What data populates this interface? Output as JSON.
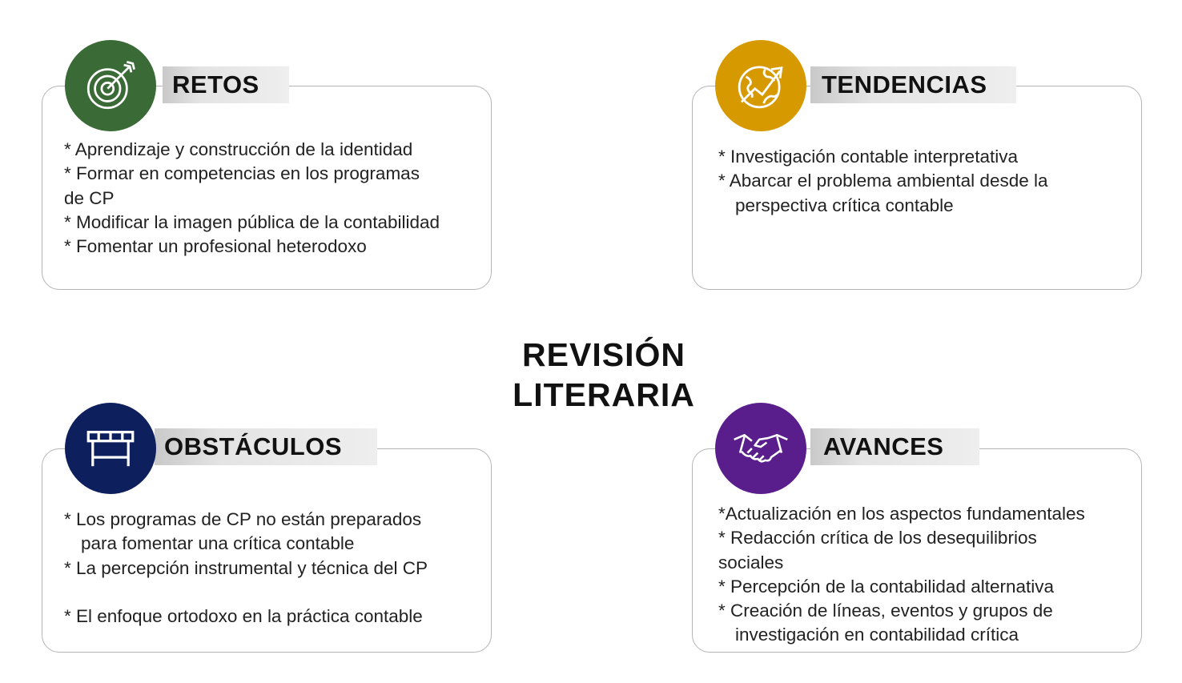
{
  "title_lines": [
    "REVISIÓN",
    "LITERARIA"
  ],
  "colors": {
    "retos": "#3a6a35",
    "tendencias": "#d69a00",
    "obstaculos": "#0d1f5c",
    "avances": "#5a1e8c"
  },
  "sections": {
    "retos": {
      "label": "RETOS",
      "icon": "target-icon",
      "items": [
        "* Aprendizaje y construcción de la identidad",
        "* Formar en competencias en los programas",
        "de CP",
        "* Modificar la imagen pública de la contabilidad",
        "* Fomentar un profesional heterodoxo"
      ]
    },
    "tendencias": {
      "label": "TENDENCIAS",
      "icon": "globe-trend-icon",
      "items": [
        "* Investigación contable interpretativa",
        "* Abarcar el problema ambiental desde la",
        "perspectiva crítica contable"
      ]
    },
    "obstaculos": {
      "label": "OBSTÁCULOS",
      "icon": "hurdle-icon",
      "items": [
        "* Los programas de CP no están preparados",
        "para fomentar una crítica contable",
        "* La percepción instrumental y técnica del CP",
        "* El enfoque ortodoxo en la práctica contable"
      ]
    },
    "avances": {
      "label": "AVANCES",
      "icon": "handshake-icon",
      "items": [
        "*Actualización en los aspectos fundamentales",
        "* Redacción crítica de los desequilibrios",
        "sociales",
        "* Percepción de la contabilidad alternativa",
        "* Creación de líneas, eventos y grupos de",
        "investigación en contabilidad crítica"
      ]
    }
  }
}
